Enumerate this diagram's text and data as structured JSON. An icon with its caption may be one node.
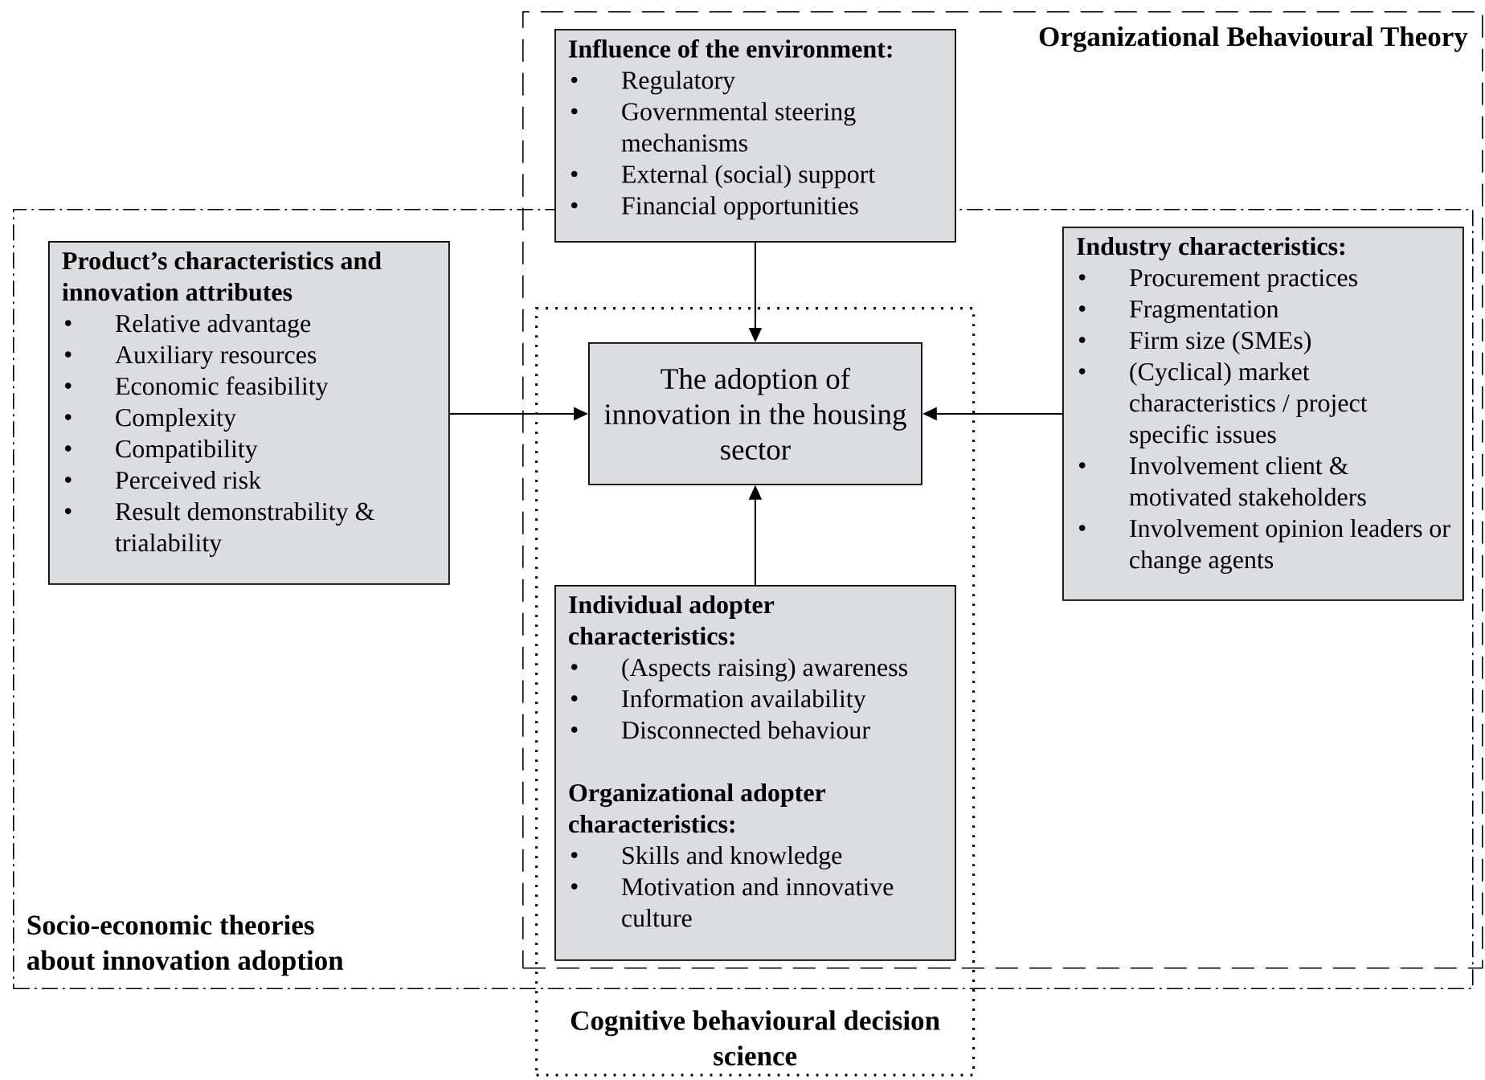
{
  "diagram": {
    "nodes": [
      {
        "text": [
          "Organizational Behavioural Theory"
        ]
      },
      {
        "text": [
          "Influence of the environment:",
          "Regulatory",
          "Governmental steering mechanisms",
          "External (social) support",
          "Financial opportunities"
        ],
        "in": 0
      },
      {
        "text": [
          "Socio-economic theories about innovation adoption"
        ]
      },
      {
        "text": [
          "Product’s characteristics and innovation attributes",
          "Relative advantage",
          "Auxiliary resources",
          "Economic feasibility",
          "Complexity",
          "Compatibility",
          "Perceived risk",
          "Result demonstrability & trialability"
        ],
        "in": 2
      },
      {
        "text": [
          "Cognitive behavioural decision science"
        ]
      },
      {
        "text": [
          "The adoption of innovation in the housing sector"
        ],
        "in": 4
      },
      {
        "text": [
          "Industry characteristics:",
          "Procurement practices",
          "Fragmentation",
          "Firm size (SMEs)",
          "(Cyclical) market characteristics / project specific issues",
          "Involvement client & motivated stakeholders",
          "Involvement opinion leaders or change agents"
        ]
      },
      {
        "text": [
          "Individual adopter characteristics:",
          "(Aspects raising) awareness",
          "Information availability",
          "Disconnected behaviour",
          "Organizational adopter characteristics:",
          "Skills and knowledge",
          "Motivation and innovative culture"
        ],
        "in": 4
      }
    ],
    "edges": [
      {
        "from": 1,
        "to": 5,
        "arrow": "to"
      },
      {
        "from": 3,
        "to": 5,
        "arrow": "to"
      },
      {
        "from": 6,
        "to": 5,
        "arrow": "to"
      },
      {
        "from": 7,
        "to": 5,
        "arrow": "to"
      }
    ]
  }
}
